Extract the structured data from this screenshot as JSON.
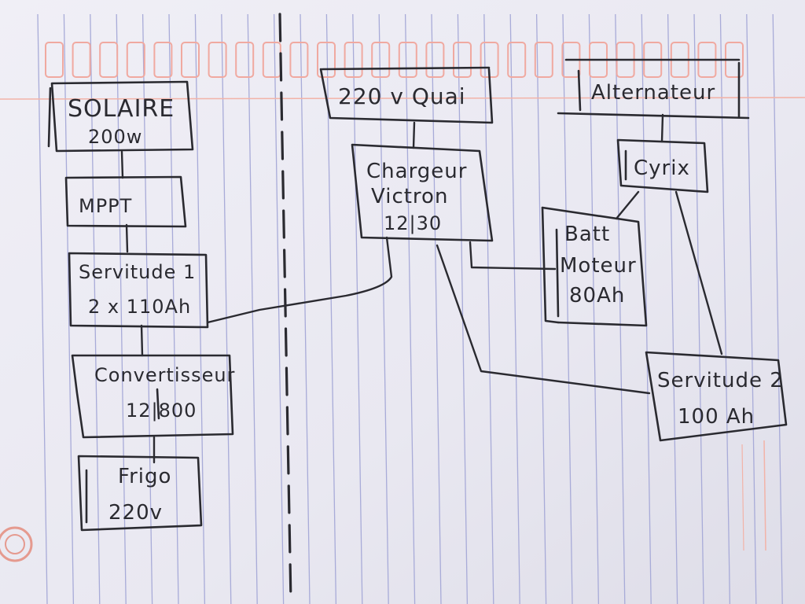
{
  "nodes": {
    "solaire": {
      "line1": "SOLAIRE",
      "line2": "200w"
    },
    "mppt": {
      "label": "MPPT"
    },
    "servitude1": {
      "line1": "Servitude 1",
      "line2": "2 x 110Ah"
    },
    "convertisseur": {
      "line1": "Convertisseur",
      "line2": "12|800"
    },
    "frigo": {
      "line1": "Frigo",
      "line2": "220v"
    },
    "quai": {
      "label": "220 v Quai"
    },
    "chargeur": {
      "line1": "Chargeur",
      "line2": "Victron",
      "line3": "12|30"
    },
    "alternateur": {
      "label": "Alternateur"
    },
    "cyrix": {
      "label": "Cyrix"
    },
    "batt_moteur": {
      "line1": "Batt",
      "line2": "Moteur",
      "line3": "80Ah"
    },
    "servitude2": {
      "line1": "Servitude 2",
      "line2": "100 Ah"
    }
  }
}
